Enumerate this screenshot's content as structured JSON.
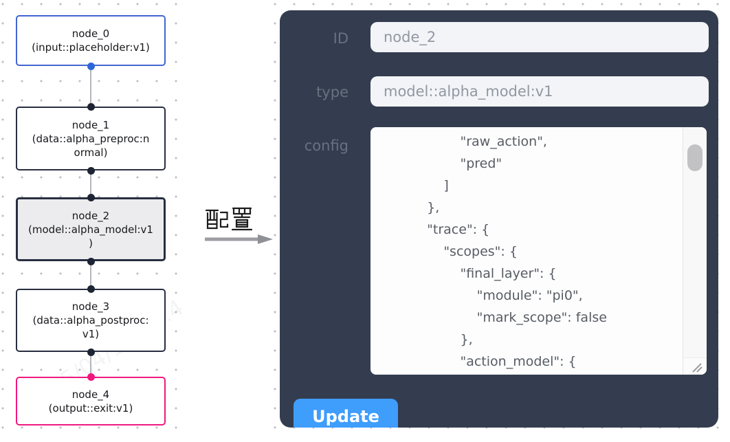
{
  "graph": {
    "nodes": [
      {
        "lines": [
          "node_0",
          "(input::placeholder:v1)"
        ]
      },
      {
        "lines": [
          "node_1",
          "(data::alpha_preproc:n",
          "ormal)"
        ]
      },
      {
        "lines": [
          "node_2",
          "(model::alpha_model:v1",
          ")"
        ]
      },
      {
        "lines": [
          "node_3",
          "(data::alpha_postproc:",
          "v1)"
        ]
      },
      {
        "lines": [
          "node_4",
          "(output::exit:v1)"
        ]
      }
    ]
  },
  "transfer": {
    "label": "配置"
  },
  "panel": {
    "fields": [
      {
        "label": "ID",
        "value": "node_2"
      },
      {
        "label": "type",
        "value": "model::alpha_model:v1"
      }
    ],
    "config": {
      "label": "config",
      "text": "            \"raw_action\",\n            \"pred\"\n        ]\n    },\n    \"trace\": {\n        \"scopes\": {\n            \"final_layer\": {\n                \"module\": \"pi0\",\n                \"mark_scope\": false\n            },\n            \"action_model\": {"
    },
    "update_label": "Update"
  },
  "watermark": {
    "text": "2025/04/11 11:4"
  },
  "colors": {
    "panel_bg": "#333d4f",
    "accent_blue": "#3f9dfc",
    "node_border_dark": "#272e40",
    "node_input_border": "#4265d2",
    "node_output_border": "#f0187f",
    "node_selected_bg": "#ececee",
    "edge_gray": "#b5b6bc"
  }
}
